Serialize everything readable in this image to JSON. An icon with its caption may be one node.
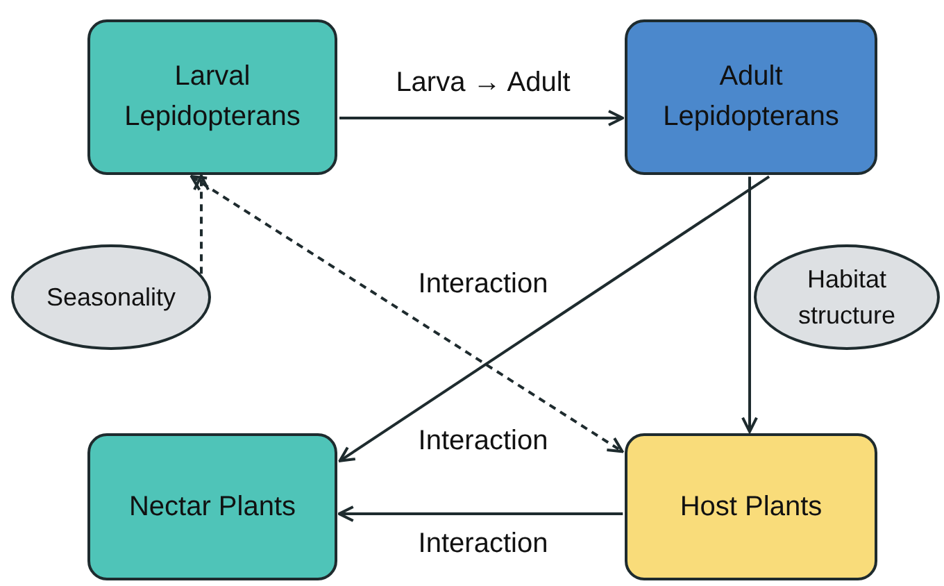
{
  "diagram": {
    "nodes": [
      {
        "text": [
          "Larval Lepidopterans"
        ]
      },
      {
        "text": [
          "Adult Lepidopterans"
        ]
      },
      {
        "text": [
          "Seasonality"
        ]
      },
      {
        "text": [
          "Habitat structure"
        ]
      },
      {
        "text": [
          "Nectar Plants"
        ]
      },
      {
        "text": [
          "Host Plants"
        ]
      }
    ],
    "edges": [
      {
        "from": 0,
        "to": 1,
        "arrow": "to",
        "label": "Larva → Adult"
      },
      {
        "from": 1,
        "to": 4,
        "arrow": "to",
        "label": "Interaction"
      },
      {
        "from": 0,
        "to": 5,
        "arrow": "both",
        "style": "dashed",
        "label": "Interaction"
      },
      {
        "from": 1,
        "to": 5,
        "arrow": "to"
      },
      {
        "from": 5,
        "to": 4,
        "arrow": "to",
        "label": "Interaction"
      },
      {
        "from": 2,
        "to": 0,
        "arrow": "to",
        "style": "dashed"
      }
    ]
  }
}
